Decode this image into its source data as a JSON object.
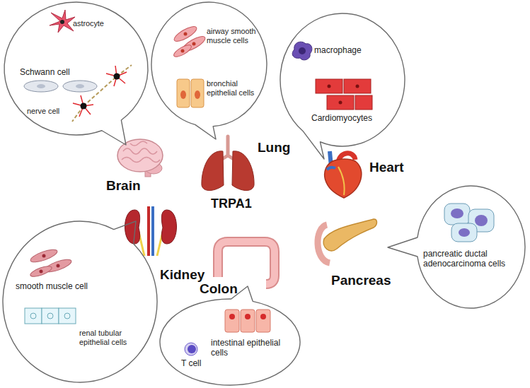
{
  "diagram": {
    "nodes": [
      {
        "text": [
          "astrocyte",
          "Schwann cell",
          "nerve cell"
        ]
      },
      {
        "text": [
          "airway smooth muscle cells",
          "bronchial epithelial cells"
        ]
      },
      {
        "text": [
          "macrophage",
          "Cardiomyocytes"
        ]
      },
      {
        "text": [
          "smooth muscle cell",
          "renal tubular epithelial cells"
        ]
      },
      {
        "text": [
          "intestinal epithelial cells",
          "T cell"
        ]
      },
      {
        "text": [
          "pancreatic ductal adenocarcinoma cells"
        ]
      }
    ],
    "labels": [
      "Brain",
      "Lung",
      "TRPA1",
      "Heart",
      "Kidney",
      "Colon",
      "Pancreas"
    ]
  }
}
